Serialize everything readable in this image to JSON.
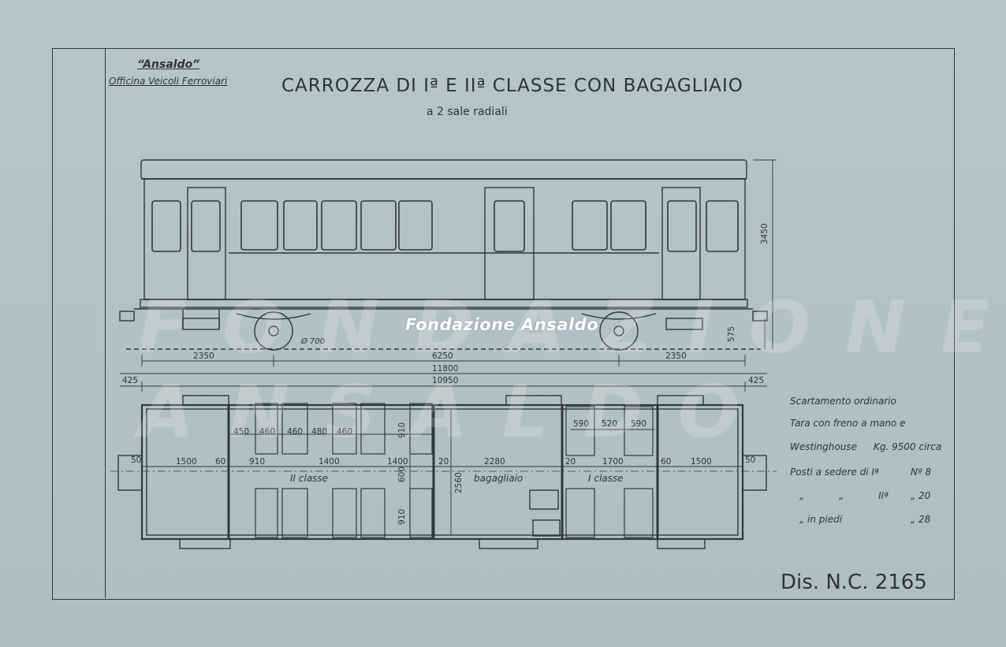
{
  "header": {
    "company": "“Ansaldo”",
    "workshop": "Officina Veicoli Ferroviari",
    "title": "CARROZZA DI Iª E IIª CLASSE CON BAGAGLIAIO",
    "subtitle": "a 2 sale radiali"
  },
  "side_view": {
    "height_dim": "3450",
    "wheel_note": "Ø 700",
    "step_dim": "575",
    "dims_row1": [
      "2350",
      "6250",
      "2350"
    ],
    "overall_length": "11800",
    "body_length": "10950",
    "end_left": "425",
    "end_right": "425"
  },
  "plan_view": {
    "left_vestibule": "1500",
    "right_vestibule": "1500",
    "coupler_left": "50",
    "coupler_right": "50",
    "wall_a": "60",
    "wall_b": "60",
    "seat_widths": [
      "450",
      "460",
      "460",
      "480",
      "460"
    ],
    "second_class_len_a": "910",
    "second_class_len_b": "1400",
    "second_class_len_c": "1400",
    "gap": "20",
    "baggage_len": "2280",
    "gap2": "20",
    "first_class_len": "1700",
    "first_class_seats": [
      "590",
      "520",
      "590"
    ],
    "aisle_top": "910",
    "aisle_mid": "600",
    "aisle_bottom": "910",
    "baggage_width": "2560",
    "label_second": "II classe",
    "label_baggage": "bagagliaio",
    "label_first": "I classe"
  },
  "specs": {
    "line1": "Scartamento ordinario",
    "line2": "Tara con freno a mano e",
    "line3a": "Westinghouse",
    "line3b": "Kg. 9500 circa",
    "line4a": "Posti a sedere di Iª",
    "line4b": "Nº 8",
    "line5a": "„ „ IIª",
    "line5b": "„ 20",
    "line6a": "„ in piedi",
    "line6b": "„ 28"
  },
  "drawing_number": "Dis. N.C. 2165",
  "watermark": "Fondazione Ansaldo"
}
